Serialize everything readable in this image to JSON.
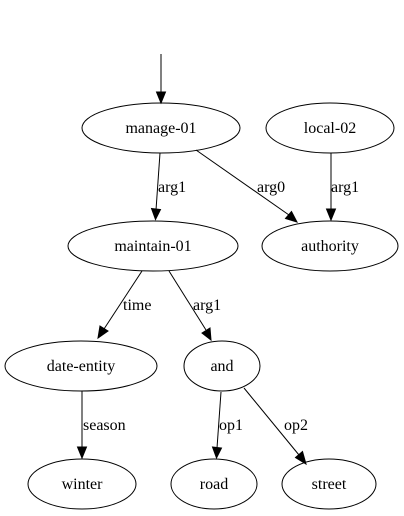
{
  "nodes": {
    "manage": "manage-01",
    "local": "local-02",
    "maintain": "maintain-01",
    "authority": "authority",
    "date_entity": "date-entity",
    "and": "and",
    "winter": "winter",
    "road": "road",
    "street": "street"
  },
  "edges": {
    "manage_maintain": "arg1",
    "manage_authority": "arg0",
    "local_authority": "arg1",
    "maintain_date": "time",
    "maintain_and": "arg1",
    "date_winter": "season",
    "and_road": "op1",
    "and_street": "op2"
  }
}
